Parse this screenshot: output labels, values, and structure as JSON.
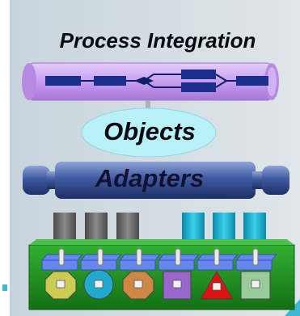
{
  "title": "Process Integration",
  "objects_label": "Objects",
  "adapters_label": "Adapters",
  "colors": {
    "process_pipe": "#c79ef0",
    "flow_box": "#1a2f8c",
    "objects_oval": "#b8f2f8",
    "adapters_pipe": "#3f5aa0",
    "green_base": "#1f9b1f",
    "connector_gray": "#6a6a6a",
    "connector_cyan": "#1ab0d0",
    "shapes": [
      "#cccc55",
      "#22aacc",
      "#cc8844",
      "#9966cc",
      "#dd1111",
      "#99cc99"
    ]
  }
}
